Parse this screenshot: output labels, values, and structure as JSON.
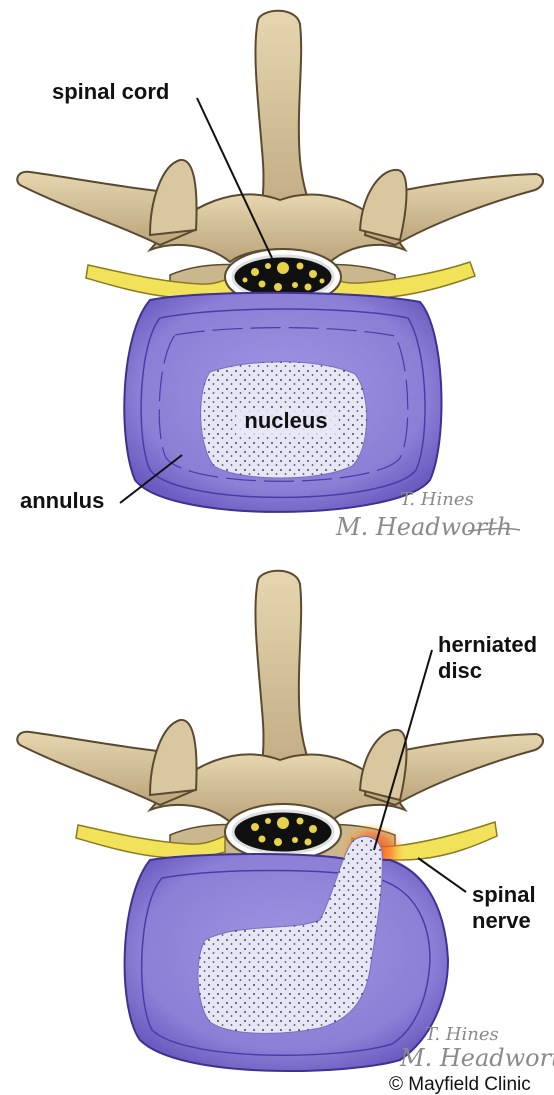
{
  "top_panel": {
    "labels": {
      "spinal_cord": "spinal cord",
      "nucleus": "nucleus",
      "annulus": "annulus"
    },
    "signature_line1": "T. Hines",
    "signature_line2": "M. Headworth"
  },
  "bottom_panel": {
    "labels": {
      "herniated_line1": "herniated",
      "herniated_line2": "disc",
      "spinal_nerve_line1": "spinal",
      "spinal_nerve_line2": "nerve"
    },
    "signature_line1": "T. Hines",
    "signature_line2": "M. Headworth"
  },
  "copyright": "© Mayfield Clinic",
  "colors": {
    "bone": "#d9c7a0",
    "bone_shadow": "#b39d72",
    "disc": "#8b7fd6",
    "disc_dark": "#6a5cc0",
    "nucleus": "#e6e6f7",
    "nerve": "#f2e25a",
    "cord_fill": "#101010",
    "cord_dots": "#e8d24a",
    "inflammation": "#ff3b1f"
  }
}
